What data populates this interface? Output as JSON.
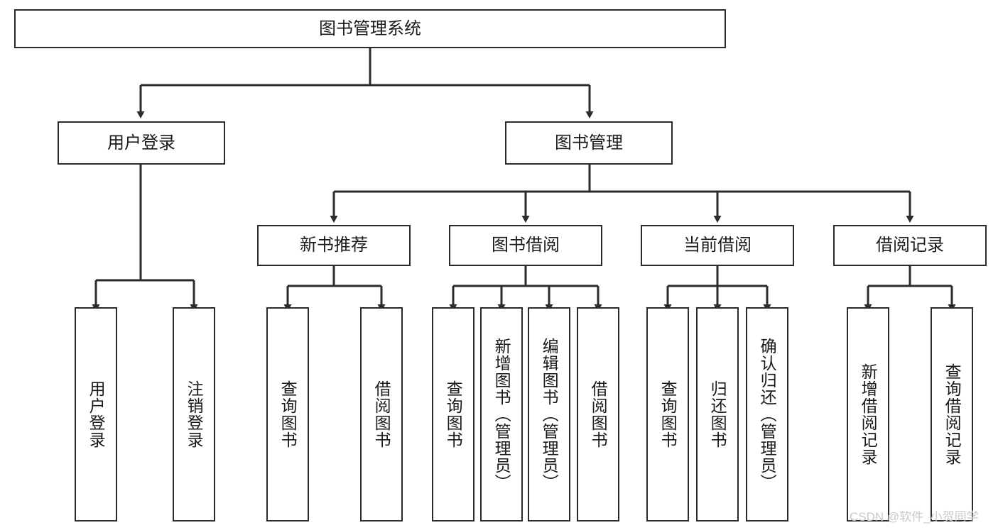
{
  "diagram": {
    "title": "图书管理系统",
    "type": "hierarchy-tree",
    "root": {
      "label": "图书管理系统"
    },
    "level2": [
      {
        "label": "用户登录"
      },
      {
        "label": "图书管理"
      }
    ],
    "level3": [
      {
        "label": "新书推荐"
      },
      {
        "label": "图书借阅"
      },
      {
        "label": "当前借阅"
      },
      {
        "label": "借阅记录"
      }
    ],
    "leaves": {
      "user_login": [
        "用户登录",
        "注销登录"
      ],
      "new_book_recommend": [
        "查询图书",
        "借阅图书"
      ],
      "book_borrow": [
        "查询图书",
        "新增图书（管理员）",
        "编辑图书（管理员）",
        "借阅图书"
      ],
      "current_borrow": [
        "查询图书",
        "归还图书",
        "确认归还（管理员）"
      ],
      "borrow_record": [
        "新增借阅记录",
        "查询借阅记录"
      ]
    }
  },
  "watermark": {
    "text": "CSDN @软件_小贺同学"
  },
  "colors": {
    "stroke": "#2b2b2b",
    "background": "#ffffff",
    "text": "#1a1a1a",
    "watermark": "#c9c9c9"
  }
}
